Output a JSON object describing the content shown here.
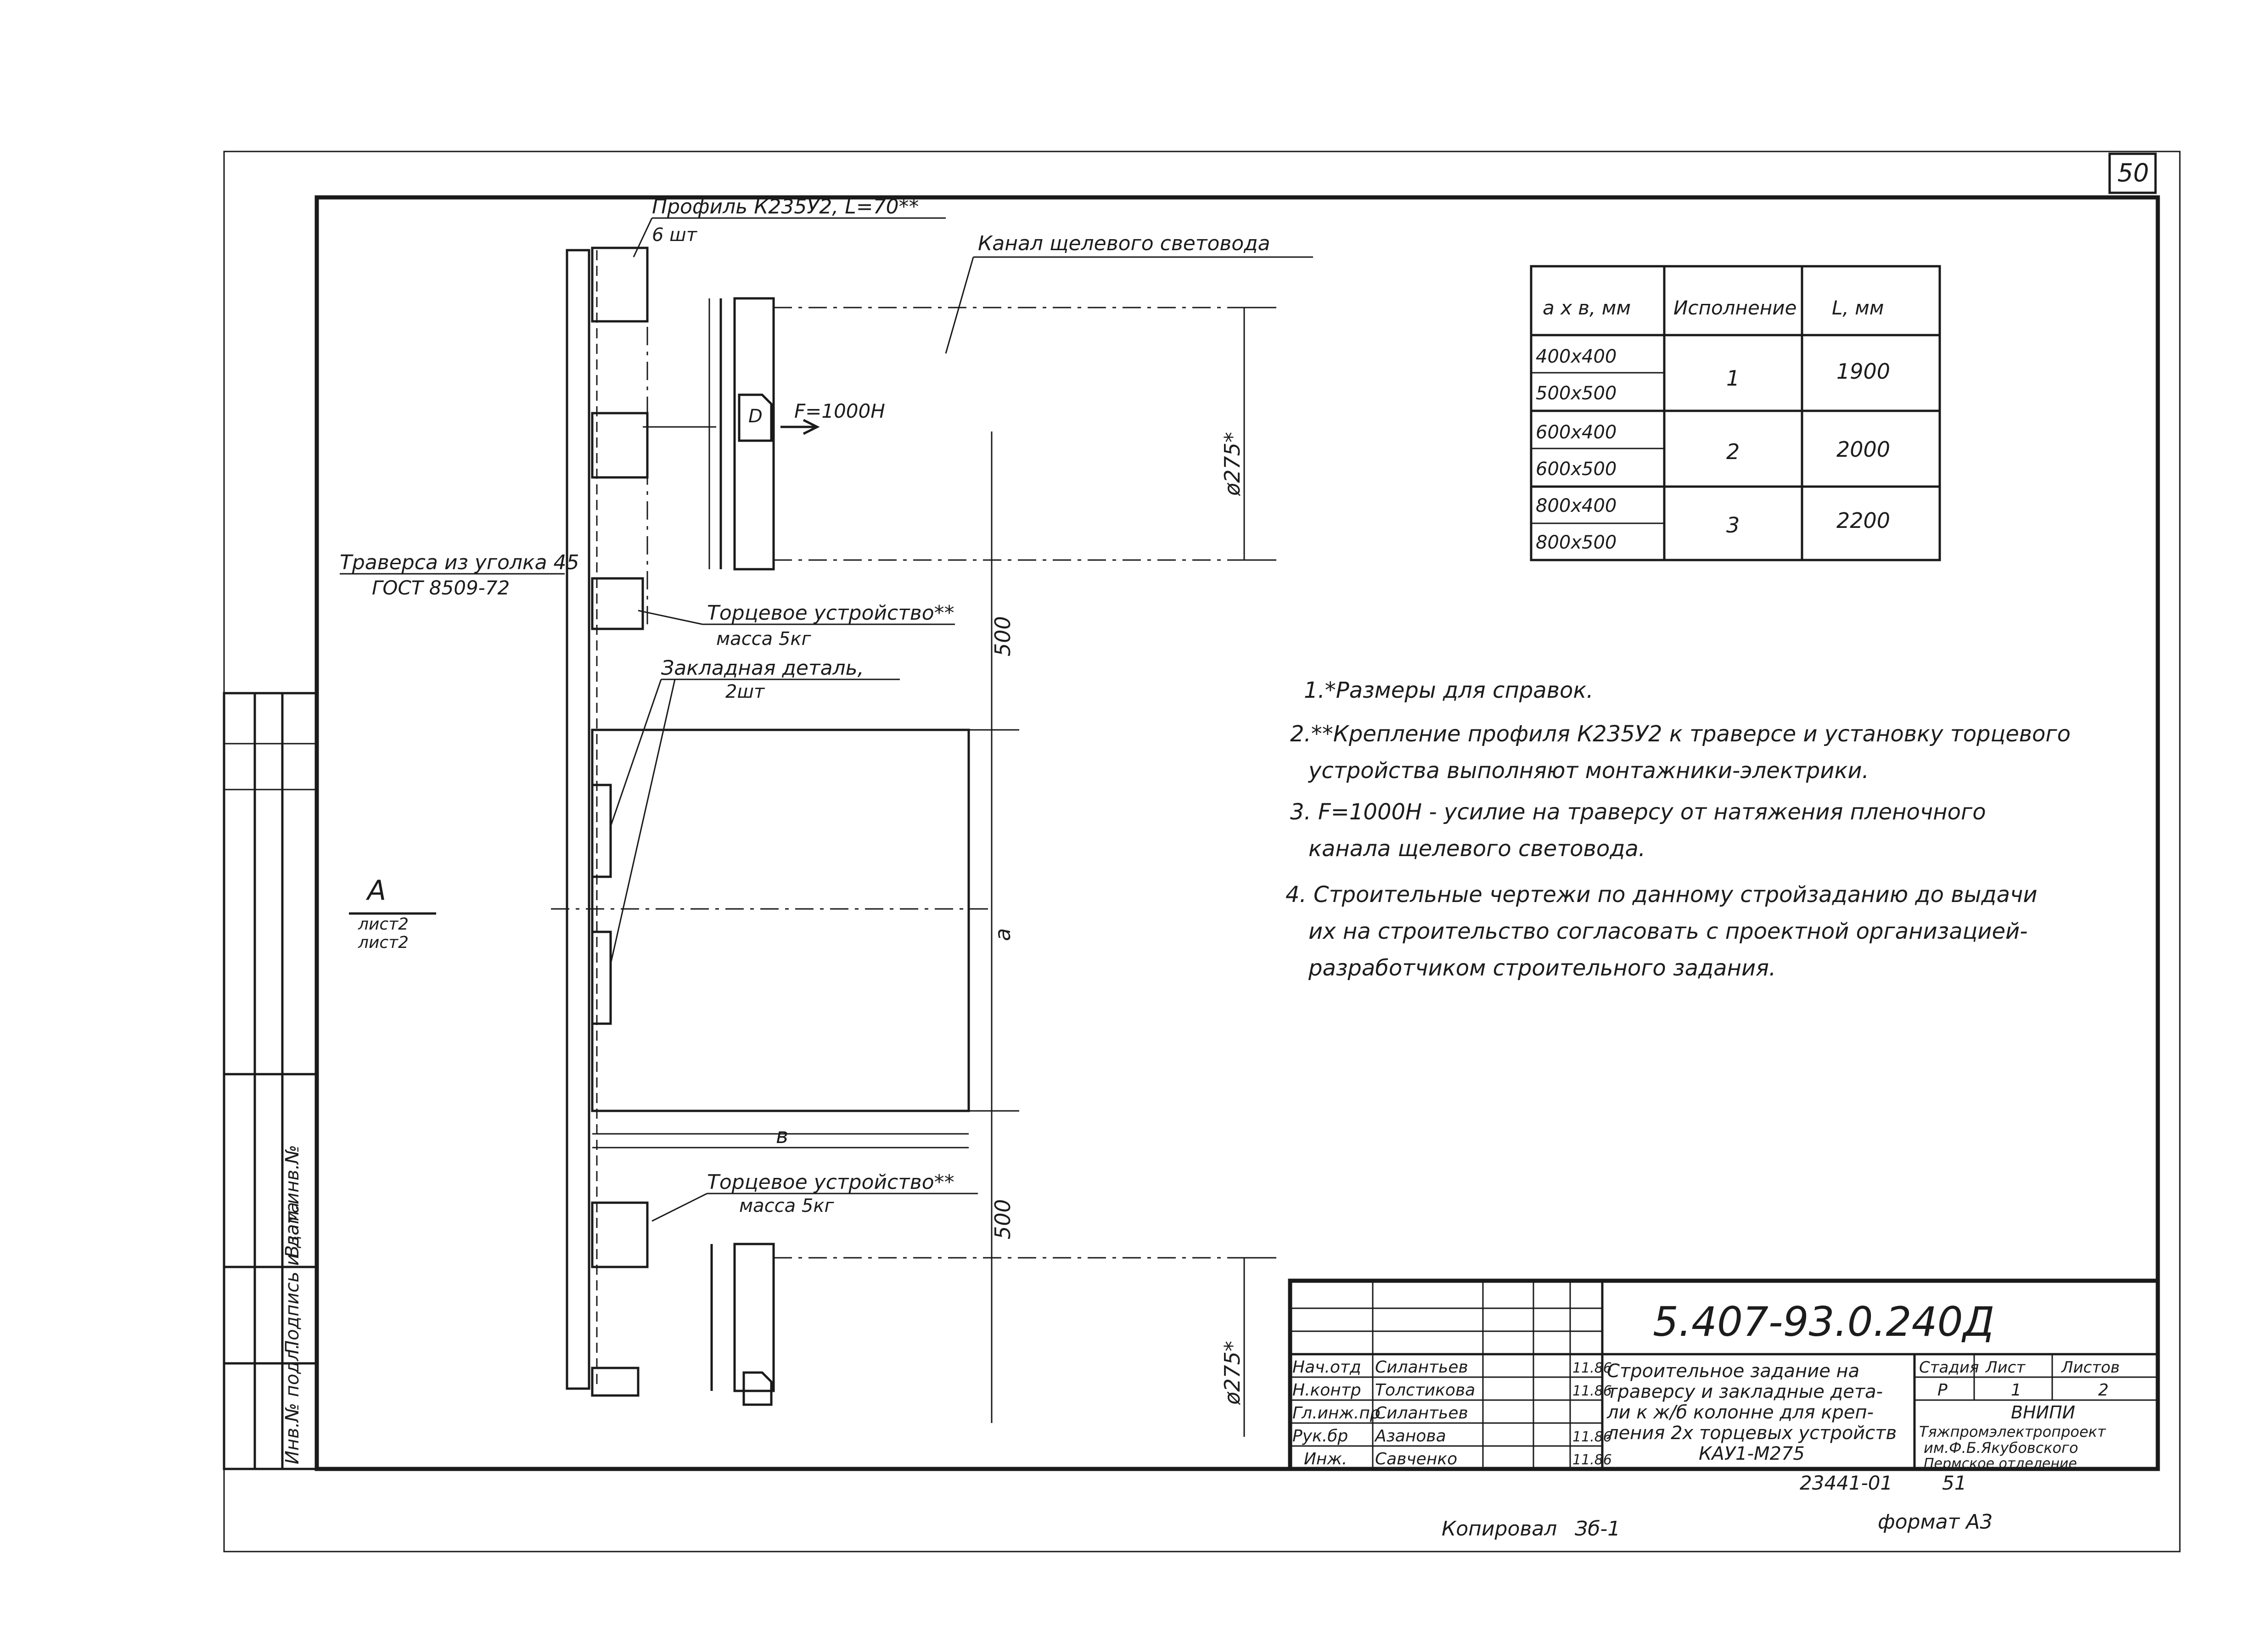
{
  "sheet": {
    "number": "50",
    "copied_label": "Копировал",
    "copied_by": "Зб-1",
    "format": "формат А3"
  },
  "callouts": {
    "profile_line1": "Профиль К235У2, L=70**",
    "profile_line2": "6 шт",
    "channel": "Канал щелевого световода",
    "force": "F=1000Н",
    "traverse_line1": "Траверса из уголка 45",
    "traverse_line2": "ГОСТ 8509-72",
    "end_device_top_line1": "Торцевое устройство**",
    "end_device_top_line2": "масса 5кг",
    "embedded_line1": "Закладная деталь,",
    "embedded_line2": "2шт",
    "end_device_bottom_line1": "Торцевое устройство**",
    "end_device_bottom_line2": "масса 5кг",
    "section_letter": "А",
    "section_sheet": "лист2",
    "section_sheet2": "лист2"
  },
  "dimensions": {
    "dia_top": "ø275*",
    "dia_bottom": "ø275*",
    "dim_500_top": "500",
    "dim_500_bottom": "500",
    "dim_a": "а",
    "dim_b": "в"
  },
  "table": {
    "headers": [
      "а х в, мм",
      "Исполнение",
      "L, мм"
    ],
    "sizes": [
      "400х400",
      "500х500",
      "600х400",
      "600х500",
      "800х400",
      "800х500"
    ],
    "groups": [
      {
        "variant": "1",
        "length": "1900"
      },
      {
        "variant": "2",
        "length": "2000"
      },
      {
        "variant": "3",
        "length": "2200"
      }
    ]
  },
  "notes": [
    [
      "1.*Размеры для справок."
    ],
    [
      "2.**Крепление профиля К235У2 к траверсе и установку торцевого",
      "устройства выполняют монтажники-электрики."
    ],
    [
      "3. F=1000Н - усилие на траверсу от натяжения пленочного",
      "канала щелевого световода."
    ],
    [
      "4. Строительные чертежи по данному стройзаданию до выдачи",
      "их на строительство согласовать с проектной организацией-",
      "разработчиком строительного задания."
    ]
  ],
  "left_margin": [
    "Взам.инв.№",
    "Подпись и дата",
    "Инв.№ подл."
  ],
  "title_block": {
    "doc_code": "5.407-93.0.240Д",
    "roles": [
      "Нач.отд",
      "Н.контр",
      "Гл.инж.пр",
      "Рук.бр",
      "Инж."
    ],
    "names": [
      "Силантьев",
      "Толстикова",
      "Силантьев",
      "Азанова",
      "Савченко"
    ],
    "dates": [
      "11.86",
      "11.86",
      "",
      "11.86",
      "11.86"
    ],
    "title_lines": [
      "Строительное задание на",
      "траверсу и закладные дета-",
      "ли к ж/б колонне для креп-",
      "ления 2х торцевых устройств",
      "КАУ1-М275"
    ],
    "stage_label": "Стадия",
    "sheet_label": "Лист",
    "sheets_label": "Листов",
    "stage_value": "Р",
    "sheet_value": "1",
    "sheets_value": "2",
    "org_lines": [
      "ВНИПИ",
      "Тяжпромэлектропроект",
      "им.Ф.Б.Якубовского",
      "Пермское отделение"
    ],
    "archive_number": "23441-01",
    "archive_sheet": "51"
  }
}
